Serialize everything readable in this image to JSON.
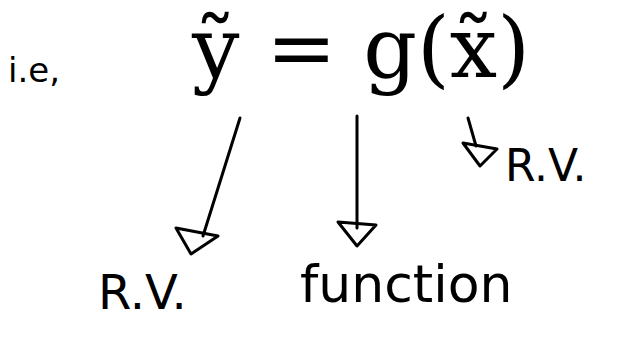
{
  "diagram": {
    "labels": [
      "i.e,",
      "ỹ = g(x̃)",
      "R.V.",
      "function",
      "R.V."
    ]
  }
}
